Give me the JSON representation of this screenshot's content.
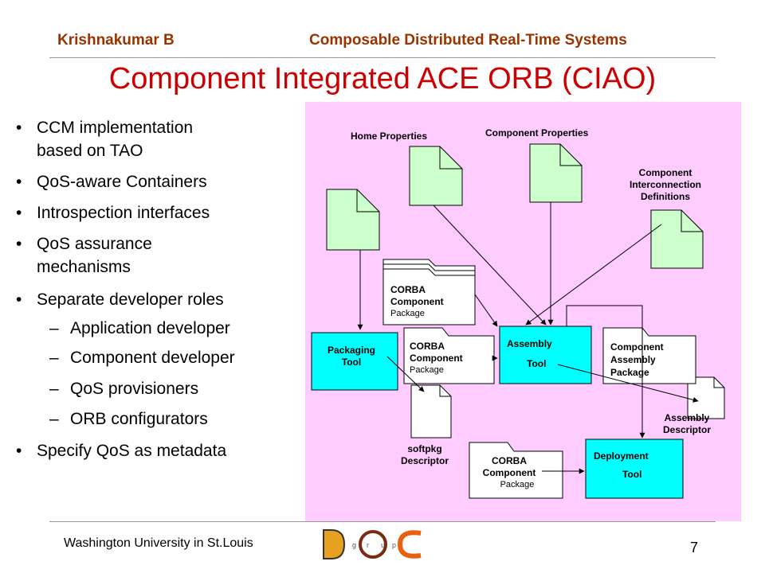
{
  "header": {
    "author": "Krishnakumar B",
    "course": "Composable Distributed Real-Time Systems"
  },
  "title": "Component Integrated ACE ORB (CIAO)",
  "bullets": [
    {
      "lines": [
        "CCM implementation",
        "based on TAO"
      ]
    },
    {
      "lines": [
        "QoS-aware Containers"
      ]
    },
    {
      "lines": [
        "Introspection interfaces"
      ]
    },
    {
      "lines": [
        "QoS assurance",
        "mechanisms"
      ]
    },
    {
      "lines": [
        "Separate developer roles"
      ]
    },
    {
      "lines": [
        "Specify QoS as metadata"
      ]
    }
  ],
  "sub_bullets": [
    "Application developer",
    "Component developer",
    "QoS provisioners",
    "ORB configurators"
  ],
  "diagram": {
    "home_properties": "Home Properties",
    "component_properties": "Component Properties",
    "interconnection": [
      "Component",
      "Interconnection",
      "Definitions"
    ],
    "corba_pkg_stack": [
      "CORBA",
      "Component",
      "Package"
    ],
    "corba_pkg_mid": [
      "CORBA",
      "Component",
      "Package"
    ],
    "corba_pkg_bottom": [
      "CORBA",
      "Component",
      "Package"
    ],
    "packaging_tool": [
      "Packaging",
      "Tool"
    ],
    "assembly_tool": [
      "Assembly",
      "Tool"
    ],
    "component_assembly_package": [
      "Component",
      "Assembly",
      "Package"
    ],
    "assembly_descriptor": [
      "Assembly",
      "Descriptor"
    ],
    "softpkg_descriptor": [
      "softpkg",
      "Descriptor"
    ],
    "deployment_tool": [
      "Deployment",
      "Tool"
    ],
    "colors": {
      "doc": "#ccffcc",
      "tool": "#00ffff",
      "panel": "#ffccff"
    }
  },
  "footer": {
    "institution": "Washington University in St.Louis",
    "logo_text": "DOC",
    "page": "7"
  }
}
